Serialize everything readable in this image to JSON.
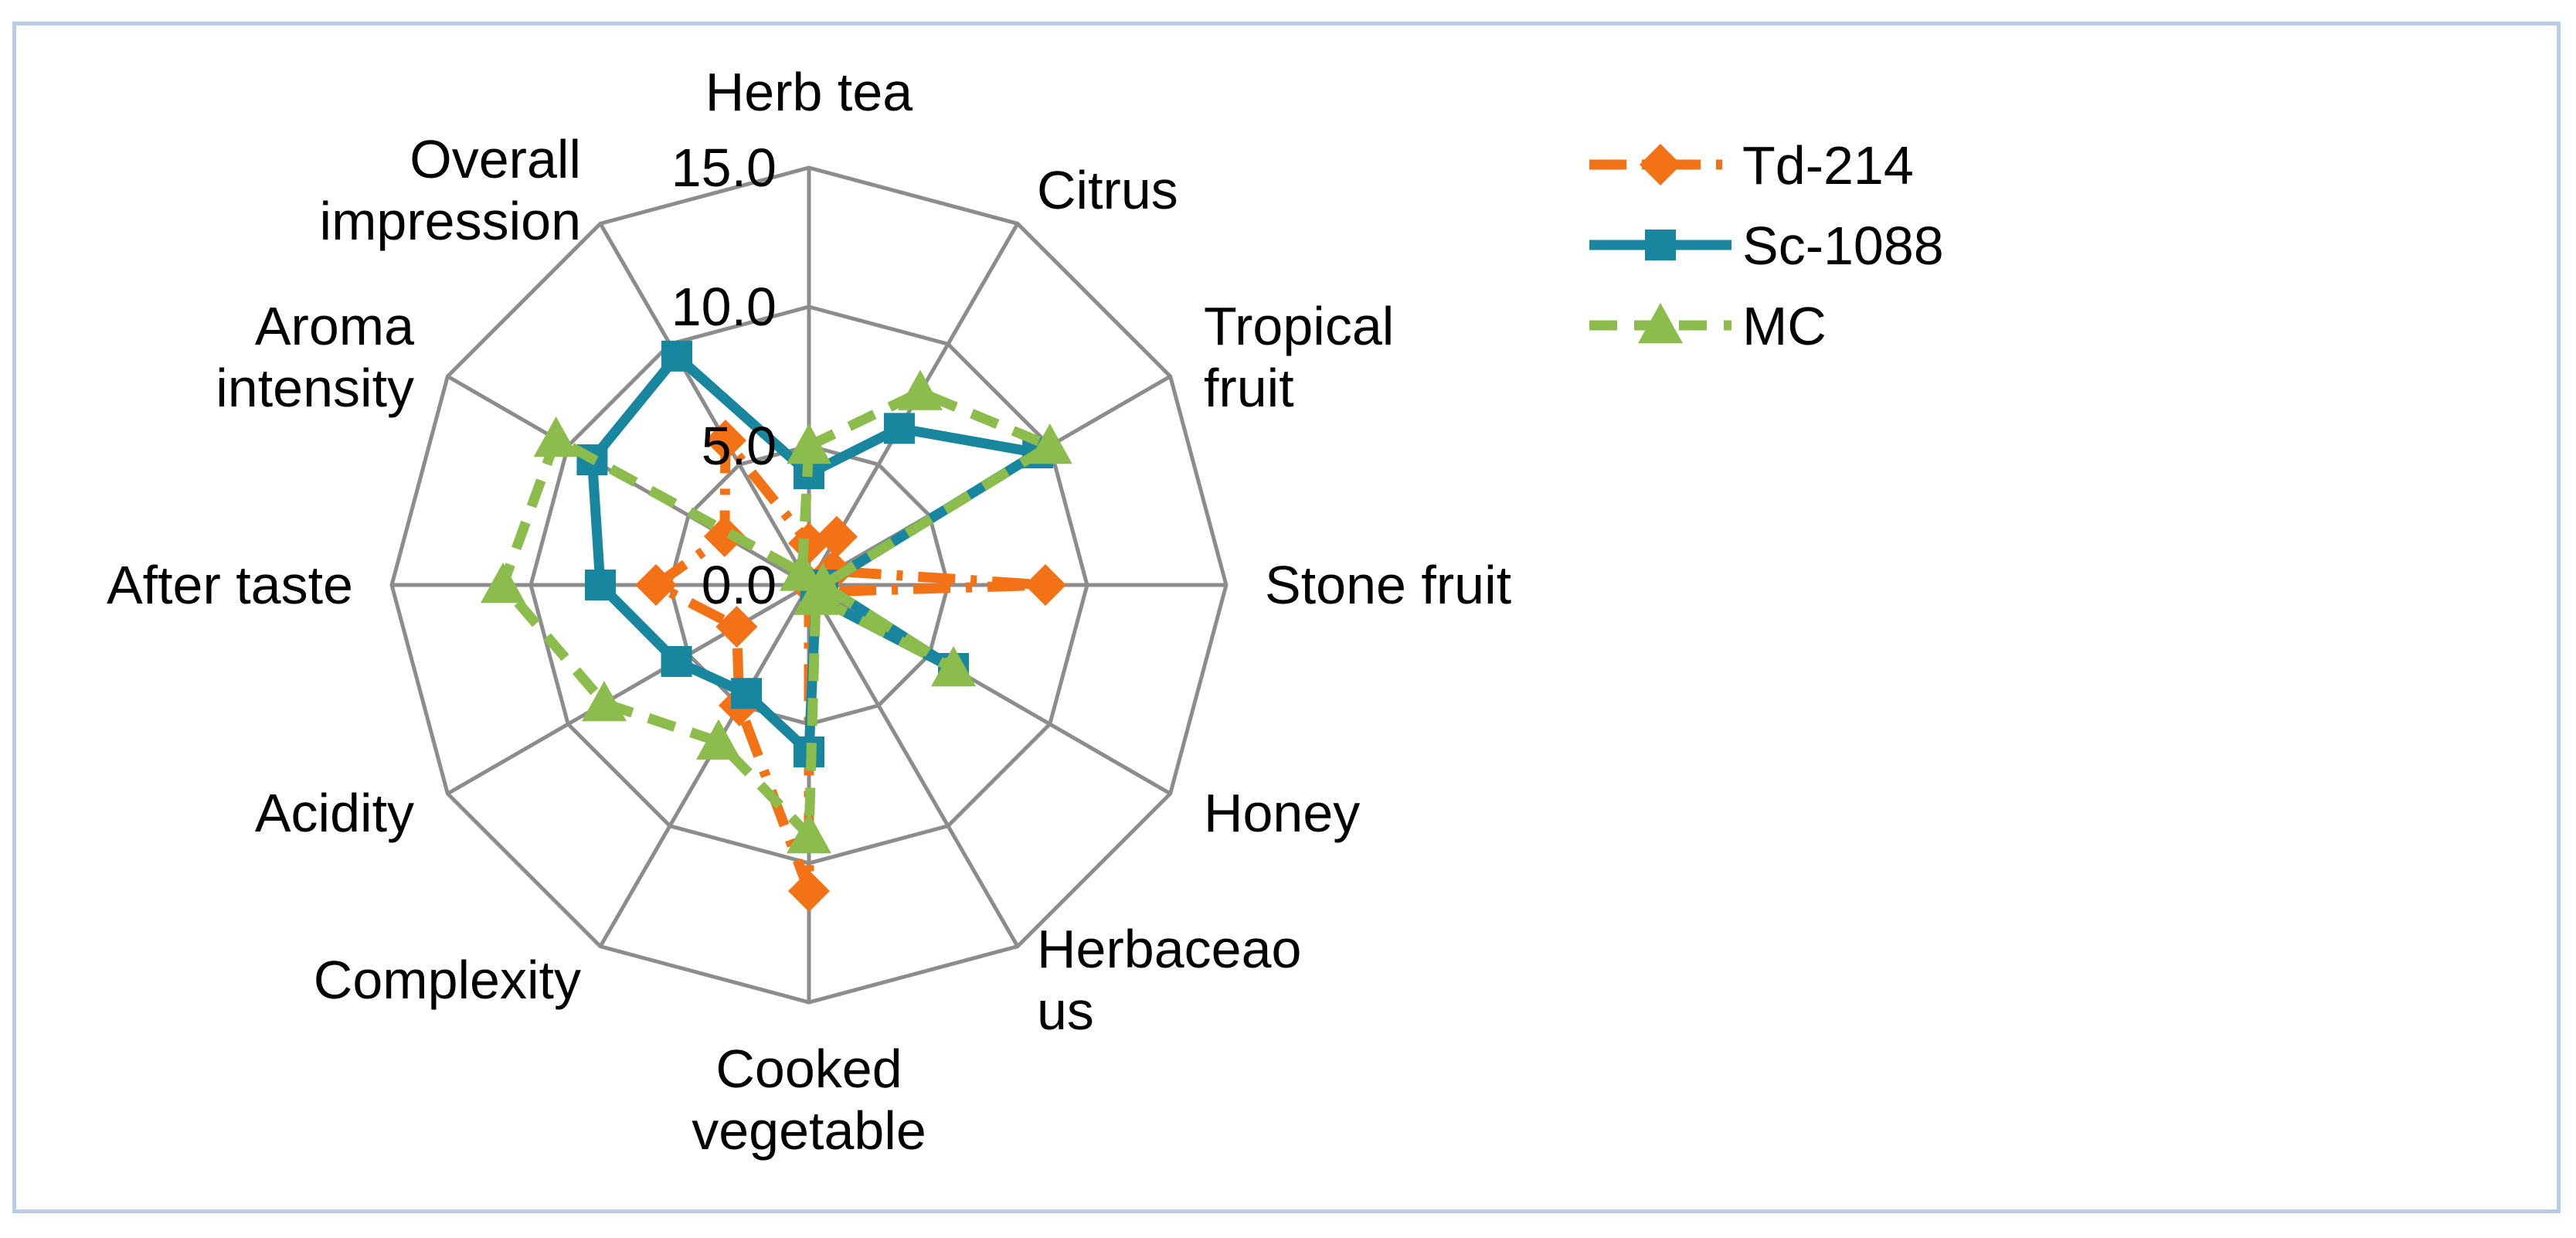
{
  "chart_data": {
    "type": "radar",
    "categories": [
      "Herb tea",
      "Citrus",
      "Tropical fruit",
      "Stone fruit",
      "Honey",
      "Herbaceaous",
      "Cooked vegetable",
      "Complexity",
      "Acidity",
      "After taste",
      "Aroma intensity",
      "Overall impression"
    ],
    "category_display": [
      [
        "Herb tea"
      ],
      [
        "Citrus"
      ],
      [
        "Tropical",
        "fruit"
      ],
      [
        "Stone fruit"
      ],
      [
        "Honey"
      ],
      [
        "Herbaceao",
        "us"
      ],
      [
        "Cooked",
        "vegetable"
      ],
      [
        "Complexity"
      ],
      [
        "Acidity"
      ],
      [
        "After taste"
      ],
      [
        "Aroma",
        "intensity"
      ],
      [
        "Overall",
        "impression"
      ]
    ],
    "r_ticks": [
      "0.0",
      "5.0",
      "10.0",
      "15.0"
    ],
    "rlim": [
      0,
      15
    ],
    "grid": true,
    "legend_position": "top-right",
    "series": [
      {
        "name": "Td-214",
        "color": "#f47216",
        "line": "dash-dot",
        "marker": "diamond",
        "values": [
          1.5,
          2.0,
          1.0,
          8.5,
          0.5,
          0.0,
          11.0,
          5.0,
          3.0,
          5.5,
          3.5,
          6.0
        ]
      },
      {
        "name": "Sc-1088",
        "color": "#17869e",
        "line": "solid",
        "marker": "square",
        "values": [
          4.0,
          6.5,
          9.5,
          0.5,
          6.0,
          0.5,
          6.0,
          4.5,
          5.5,
          7.5,
          9.0,
          9.5
        ]
      },
      {
        "name": "MC",
        "color": "#8cbc4c",
        "line": "dashed",
        "marker": "triangle",
        "values": [
          5.0,
          8.0,
          10.0,
          0.5,
          6.0,
          0.5,
          9.0,
          6.5,
          8.5,
          11.0,
          10.5,
          0.5
        ]
      }
    ]
  }
}
